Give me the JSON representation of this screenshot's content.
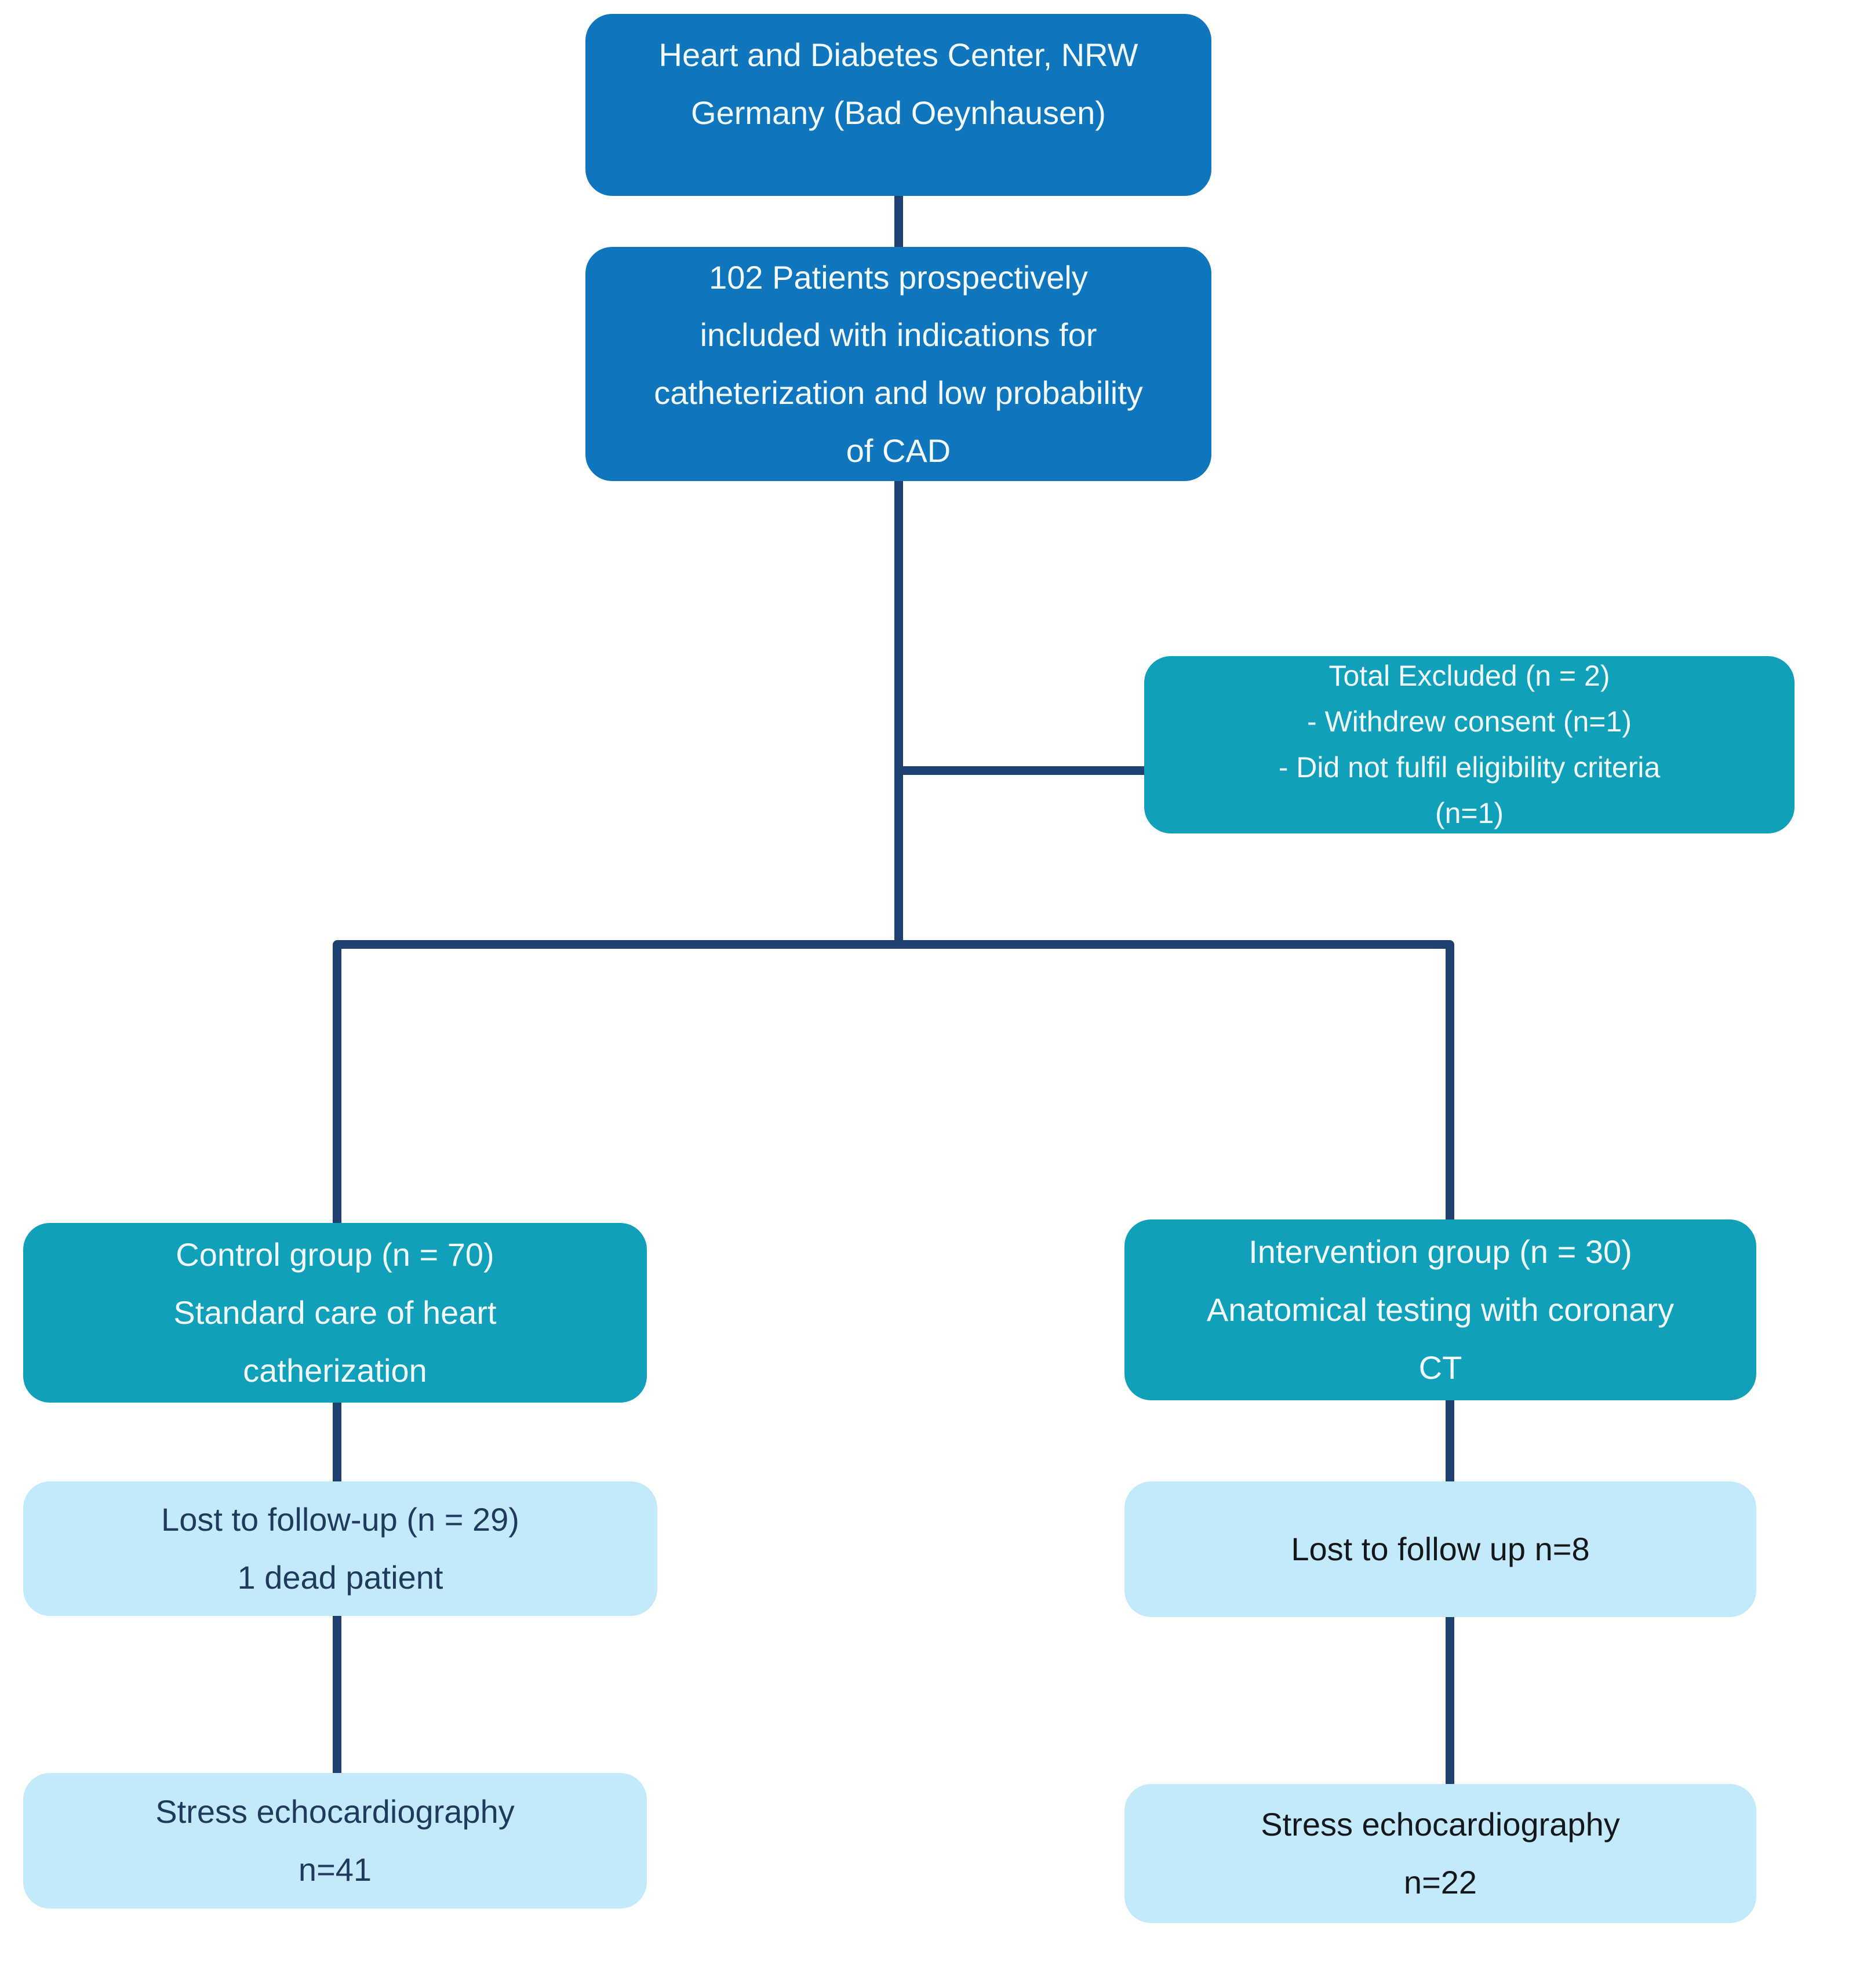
{
  "colors": {
    "node-dark": "#0f76bd",
    "node-teal": "#10a0ba",
    "node-light": "#c3eafb",
    "connector": "#1d4272",
    "text-on-dark": "#f2fafd",
    "text-navy": "#1f3a5c",
    "text-black": "#14181c"
  },
  "nodes": {
    "site": {
      "lines": [
        "Heart and Diabetes Center, NRW",
        "Germany (Bad Oeynhausen)"
      ]
    },
    "included": {
      "lines": [
        "102 Patients prospectively",
        "included with indications for",
        "catheterization and low probability",
        "of CAD"
      ]
    },
    "excluded": {
      "lines": [
        "Total Excluded (n = 2)",
        "- Withdrew consent (n=1)",
        "- Did not fulfil eligibility criteria",
        "(n=1)"
      ]
    },
    "control": {
      "lines": [
        "Control group (n = 70)",
        "Standard care of heart",
        "catherization"
      ]
    },
    "intervention": {
      "lines": [
        "Intervention group (n = 30)",
        "Anatomical testing with coronary",
        "CT"
      ]
    },
    "lost_control": {
      "lines": [
        "Lost to follow-up (n = 29)",
        "1 dead patient"
      ]
    },
    "lost_intervention": {
      "lines": [
        "Lost to follow up n=8"
      ]
    },
    "stress_control": {
      "lines": [
        "Stress echocardiography",
        "n=41"
      ]
    },
    "stress_intervention": {
      "lines": [
        "Stress echocardiography",
        "n=22"
      ]
    }
  }
}
